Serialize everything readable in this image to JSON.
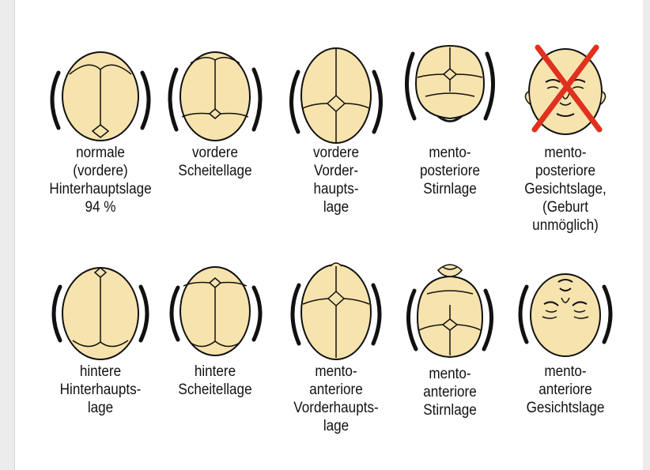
{
  "colors": {
    "skin": "#f7e3ad",
    "stroke": "#111111",
    "cross": "#e0301e"
  },
  "rows": [
    [
      {
        "icon": "head-occiput-front-icon",
        "label": "normale\n(vordere)\nHinterhauptslage\n94 %"
      },
      {
        "icon": "head-vertex-front-icon",
        "label": "vordere\nScheitellage"
      },
      {
        "icon": "head-sinciput-front-icon",
        "label": "vordere\nVorder-\nhaupts-\nlage"
      },
      {
        "icon": "head-brow-posterior-icon",
        "label": "mento-\nposteriore\nStirnlage"
      },
      {
        "icon": "head-face-posterior-crossed-icon",
        "label": "mento-\nposteriore\nGesichtslage,\n(Geburt\nunmöglich)"
      }
    ],
    [
      {
        "icon": "head-occiput-back-icon",
        "label": "hintere\nHinterhaupts-\nlage"
      },
      {
        "icon": "head-vertex-back-icon",
        "label": "hintere\nScheitellage"
      },
      {
        "icon": "head-sinciput-anterior-icon",
        "label": "mento-\nanteriore\nVorderhaupts-\nlage"
      },
      {
        "icon": "head-brow-anterior-icon",
        "label": "mento-\nanteriore\nStirnlage"
      },
      {
        "icon": "head-face-anterior-icon",
        "label": "mento-\nanteriore\nGesichtslage"
      }
    ]
  ]
}
